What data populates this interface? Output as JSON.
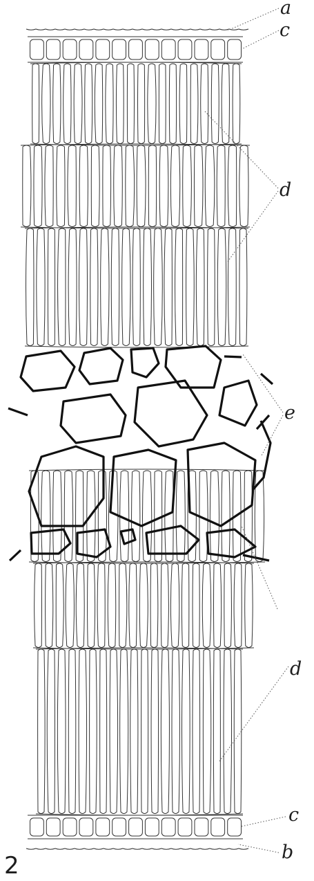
{
  "figure": {
    "number": "2",
    "labels": {
      "a": "a",
      "b": "b",
      "c_top": "c",
      "c_bottom": "c",
      "d_top": "d",
      "d_bottom": "d",
      "e": "e"
    }
  }
}
